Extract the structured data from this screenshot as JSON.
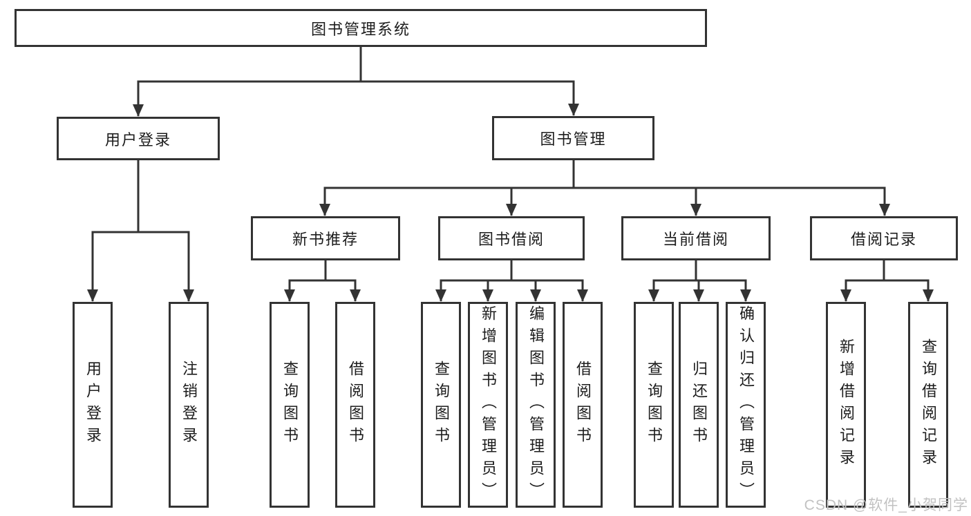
{
  "diagram": {
    "type": "hierarchy-tree",
    "root": {
      "label": "图书管理系统"
    },
    "level2": [
      {
        "label": "用户登录",
        "parent": "图书管理系统"
      },
      {
        "label": "图书管理",
        "parent": "图书管理系统"
      }
    ],
    "level3": [
      {
        "label": "新书推荐",
        "parent": "图书管理"
      },
      {
        "label": "图书借阅",
        "parent": "图书管理"
      },
      {
        "label": "当前借阅",
        "parent": "图书管理"
      },
      {
        "label": "借阅记录",
        "parent": "图书管理"
      }
    ],
    "leaves": [
      {
        "label": "用户登录",
        "parent": "用户登录"
      },
      {
        "label": "注销登录",
        "parent": "用户登录"
      },
      {
        "label": "查询图书",
        "parent": "新书推荐"
      },
      {
        "label": "借阅图书",
        "parent": "新书推荐"
      },
      {
        "label": "查询图书",
        "parent": "图书借阅"
      },
      {
        "label": "新增图书（管理员）",
        "parent": "图书借阅"
      },
      {
        "label": "编辑图书（管理员）",
        "parent": "图书借阅"
      },
      {
        "label": "借阅图书",
        "parent": "图书借阅"
      },
      {
        "label": "查询图书",
        "parent": "当前借阅"
      },
      {
        "label": "归还图书",
        "parent": "当前借阅"
      },
      {
        "label": "确认归还（管理员）",
        "parent": "当前借阅"
      },
      {
        "label": "新增借阅记录",
        "parent": "借阅记录"
      },
      {
        "label": "查询借阅记录",
        "parent": "借阅记录"
      }
    ]
  },
  "watermark": {
    "text": "CSDN @软件_小贺同学"
  },
  "colors": {
    "line": "#333333",
    "box_border": "#333333",
    "text": "#1c1c1c",
    "background": "#ffffff",
    "watermark": "#c2c2c2"
  }
}
